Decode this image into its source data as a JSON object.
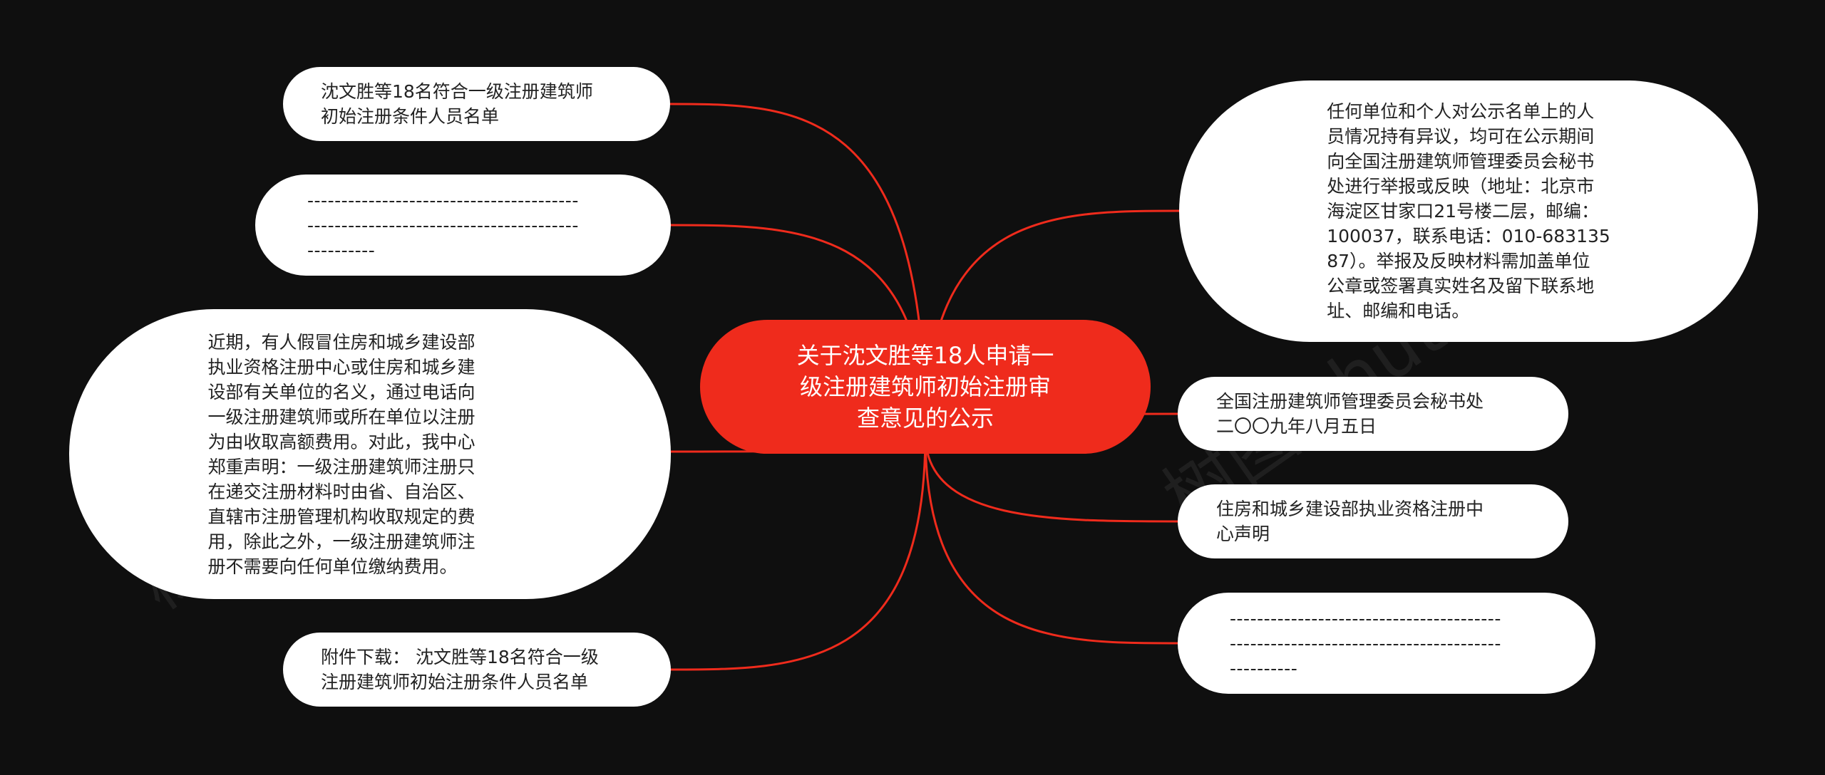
{
  "colors": {
    "background": "#0f0f0f",
    "central": "#ef2b1c",
    "link": "#ef2b1c",
    "node": "#ffffff"
  },
  "central": {
    "text": "关于沈文胜等18人申请一\n级注册建筑师初始注册审\n查意见的公示"
  },
  "left_nodes": [
    {
      "text": "沈文胜等18名符合一级注册建筑师\n初始注册条件人员名单"
    },
    {
      "text": "----------------------------------------\n----------------------------------------\n----------"
    },
    {
      "text": "近期，有人假冒住房和城乡建设部\n执业资格注册中心或住房和城乡建\n设部有关单位的名义，通过电话向\n一级注册建筑师或所在单位以注册\n为由收取高额费用。对此，我中心\n郑重声明：一级注册建筑师注册只\n在递交注册材料时由省、自治区、\n直辖市注册管理机构收取规定的费\n用，除此之外，一级注册建筑师注\n册不需要向任何单位缴纳费用。"
    },
    {
      "text": "附件下载： 沈文胜等18名符合一级\n注册建筑师初始注册条件人员名单"
    }
  ],
  "right_nodes": [
    {
      "text": "任何单位和个人对公示名单上的人\n员情况持有异议，均可在公示期间\n向全国注册建筑师管理委员会秘书\n处进行举报或反映（地址：北京市\n海淀区甘家口21号楼二层，邮编：\n100037，联系电话：010-683135\n87）。举报及反映材料需加盖单位\n公章或签署真实姓名及留下联系地\n址、邮编和电话。"
    },
    {
      "text": "全国注册建筑师管理委员会秘书处\n二〇〇九年八月五日"
    },
    {
      "text": "住房和城乡建设部执业资格注册中\n心声明"
    },
    {
      "text": "----------------------------------------\n----------------------------------------\n----------"
    }
  ],
  "watermarks": [
    "树图 shutu.cn",
    "树图 shutu.cn"
  ]
}
